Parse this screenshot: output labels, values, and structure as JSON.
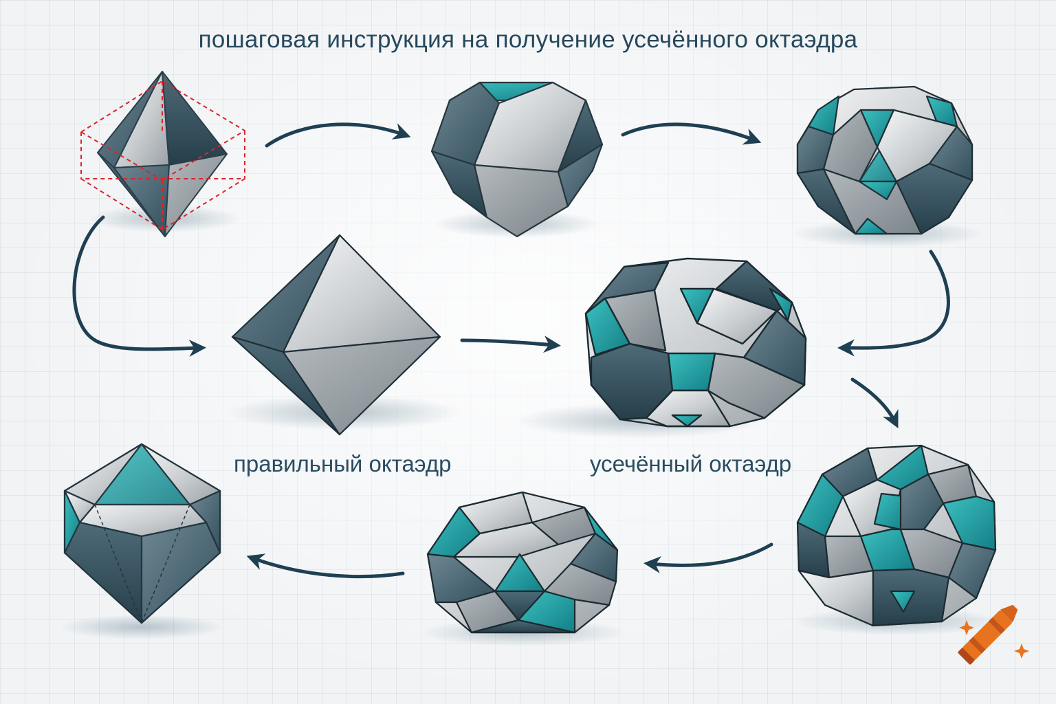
{
  "title": "пошаговая инструкция на получение усечённого октаэдра",
  "captions": {
    "regular_octahedron": "правильный октаэдр",
    "truncated_octahedron": "усечённый октаэдр"
  },
  "colors": {
    "teal": "#1c9a9e",
    "dark_slate": "#3d5f6e",
    "silver": "#c3c7ca",
    "arrow": "#1f3f52",
    "guide_lines": "#d9262d",
    "background": "#f1f3f5"
  },
  "logo": "crayon-logo"
}
